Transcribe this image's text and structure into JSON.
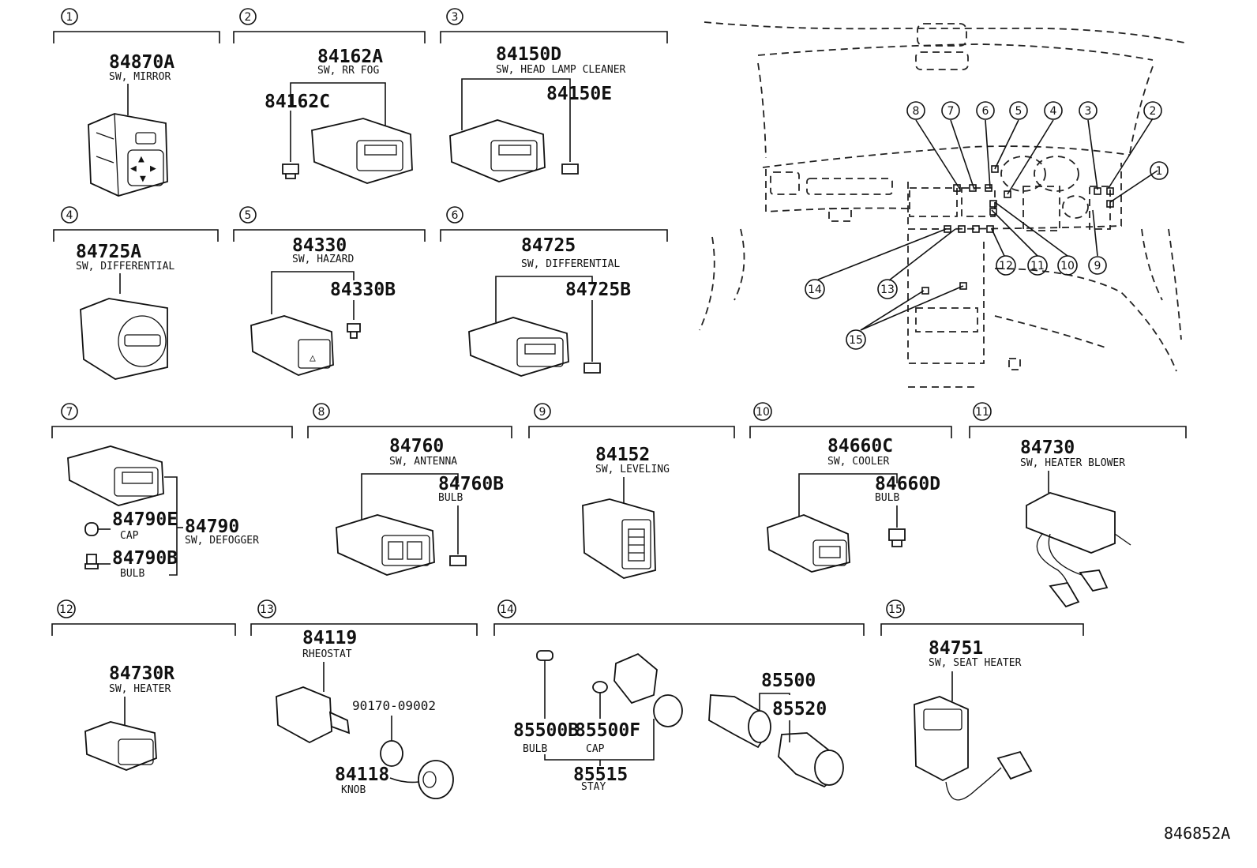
{
  "sections": [
    {
      "num": "1",
      "labels": [
        {
          "pn": "84870A",
          "desc": "SW, MIRROR"
        }
      ]
    },
    {
      "num": "2",
      "labels": [
        {
          "pn": "84162A",
          "desc": "SW, RR FOG"
        },
        {
          "pn": "84162C"
        }
      ]
    },
    {
      "num": "3",
      "labels": [
        {
          "pn": "84150D",
          "desc": "SW, HEAD LAMP CLEANER"
        },
        {
          "pn": "84150E"
        }
      ]
    },
    {
      "num": "4",
      "labels": [
        {
          "pn": "84725A",
          "desc": "SW, DIFFERENTIAL"
        }
      ]
    },
    {
      "num": "5",
      "labels": [
        {
          "pn": "84330",
          "desc": "SW, HAZARD"
        },
        {
          "pn": "84330B"
        }
      ]
    },
    {
      "num": "6",
      "labels": [
        {
          "pn": "84725",
          "desc": "SW, DIFFERENTIAL"
        },
        {
          "pn": "84725B"
        }
      ]
    },
    {
      "num": "7",
      "labels": [
        {
          "pn": "84790E",
          "desc": "CAP"
        },
        {
          "pn": "84790",
          "desc": "SW, DEFOGGER"
        },
        {
          "pn": "84790B",
          "desc": "BULB"
        }
      ]
    },
    {
      "num": "8",
      "labels": [
        {
          "pn": "84760",
          "desc": "SW, ANTENNA"
        },
        {
          "pn": "84760B",
          "desc": "BULB"
        }
      ]
    },
    {
      "num": "9",
      "labels": [
        {
          "pn": "84152",
          "desc": "SW, LEVELING"
        }
      ]
    },
    {
      "num": "10",
      "labels": [
        {
          "pn": "84660C",
          "desc": "SW, COOLER"
        },
        {
          "pn": "84660D",
          "desc": "BULB"
        }
      ]
    },
    {
      "num": "11",
      "labels": [
        {
          "pn": "84730",
          "desc": "SW, HEATER BLOWER"
        }
      ]
    },
    {
      "num": "12",
      "labels": [
        {
          "pn": "84730R",
          "desc": "SW, HEATER"
        }
      ]
    },
    {
      "num": "13",
      "labels": [
        {
          "pn": "84119",
          "desc": "RHEOSTAT"
        },
        {
          "pn": "90170-09002"
        },
        {
          "pn": "84118",
          "desc": "KNOB"
        }
      ]
    },
    {
      "num": "14",
      "labels": [
        {
          "pn": "85500B",
          "desc": "BULB"
        },
        {
          "pn": "85500F",
          "desc": "CAP"
        },
        {
          "pn": "85515",
          "desc": "STAY"
        },
        {
          "pn": "85500"
        },
        {
          "pn": "85520"
        }
      ]
    },
    {
      "num": "15",
      "labels": [
        {
          "pn": "84751",
          "desc": "SW, SEAT HEATER"
        }
      ]
    }
  ],
  "dashboard_callouts": [
    "8",
    "7",
    "6",
    "5",
    "4",
    "3",
    "2",
    "1",
    "9",
    "10",
    "11",
    "12",
    "13",
    "14",
    "15"
  ],
  "reference": "846852A"
}
